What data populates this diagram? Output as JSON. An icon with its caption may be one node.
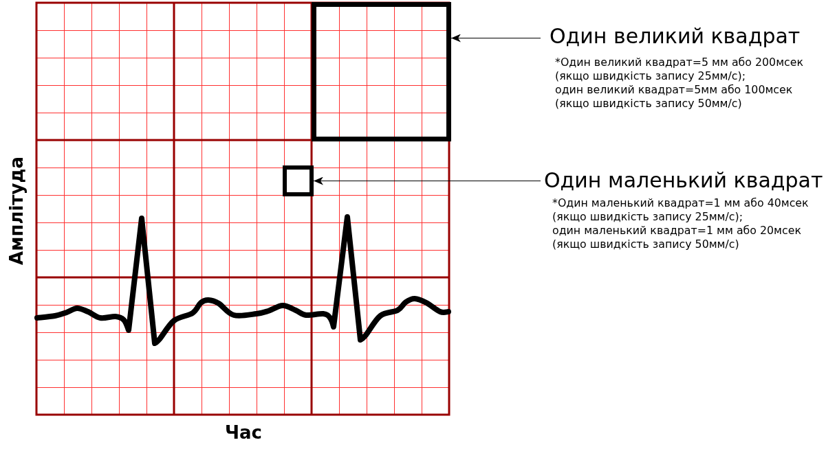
{
  "diagram": {
    "nodes": [
      {
        "text": [
          "Один великий квадрат",
          "*Один великий квадрат=5 мм або 200мсек (якщо швидкість запису 25мм/с);",
          "один великий квадрат=5мм або 100мсек (якщо швидкість запису 50мм/с)"
        ]
      },
      {
        "text": [],
        "shape": "box"
      },
      {
        "text": [
          "Один маленький квадрат",
          "*Один маленький квадрат=1 мм або 40мсек (якщо швидкість запису 25мм/с);",
          "один маленький квадрат=1 мм або 20мсек (якщо швидкість запису 50мм/с)"
        ]
      },
      {
        "text": [],
        "shape": "box"
      }
    ],
    "edges": [
      {
        "from": 0,
        "to": 1,
        "arrow": "to"
      },
      {
        "from": 2,
        "to": 3,
        "arrow": "to"
      }
    ],
    "labels": [
      "Амплітуда",
      "Час"
    ]
  }
}
